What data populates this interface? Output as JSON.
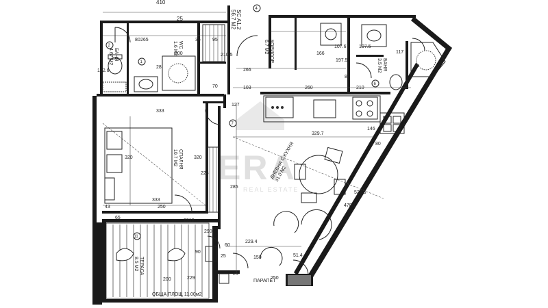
{
  "watermark": {
    "brand": "ERA",
    "tagline": "REAL ESTATE"
  },
  "top": {
    "dim_left": "410",
    "dim_right": "25",
    "sheet_ref": "SC A1.2",
    "sheet_area": "56.7 M2"
  },
  "rooms": {
    "bath": {
      "label": "БАНЯ",
      "area": "4.67 M2"
    },
    "wc": {
      "label": "WC",
      "area": "1.6 M2"
    },
    "corridor": {
      "label": "КОРИДОР",
      "area": "6.7 M2"
    },
    "bath2": {
      "label": "БАНЯ",
      "area": "3.5 M2"
    },
    "bedroom": {
      "label": "СПАЛНЯ",
      "area": "10.7 M2"
    },
    "living": {
      "label": "ДНЕВНА С КУХНЯ",
      "area": "31.0 M2"
    },
    "terrace": {
      "label": "ТЕРАСА",
      "area": "8.5 M2"
    }
  },
  "dimensions": {
    "d80a": "80",
    "d265": "265",
    "d35a": "35",
    "d200": "200",
    "d102": "102.6",
    "d28": "28",
    "d95": "95",
    "d2105": "210.5",
    "d266": "266",
    "d166": "166",
    "d1076": "107.6",
    "d1975": "197.5",
    "d1075": "107.5",
    "d117": "117",
    "d80b": "80",
    "d210": "210",
    "d70": "70",
    "d103": "103",
    "d260": "260",
    "d333": "333",
    "d127": "127",
    "d320a": "320",
    "d320b": "320",
    "d2261": "226",
    "d3297": "329.7",
    "d80c": "80",
    "d1463": "146",
    "d285": "285",
    "d5285": "528.5",
    "d4761": "478.1",
    "d333b": "333",
    "d250": "250",
    "d43": "43",
    "d65": "65",
    "d2310": "2310",
    "d2294": "229.4",
    "d2295": "229",
    "d2000": "200",
    "d90": "90",
    "d150": "150",
    "d514": "51.4",
    "d25b": "25",
    "d25c": "25",
    "d250b": "250",
    "d290": "290",
    "d60": "60"
  },
  "circles": {
    "c1": "2",
    "c2": "1",
    "c3": "4",
    "c4": "6",
    "c5": "7",
    "c6": "11"
  },
  "notes": {
    "bottom_terrace": "ОБЩА ПЛОЩ 11.00м2",
    "bottom_right": "ПАРАПЕТ"
  }
}
